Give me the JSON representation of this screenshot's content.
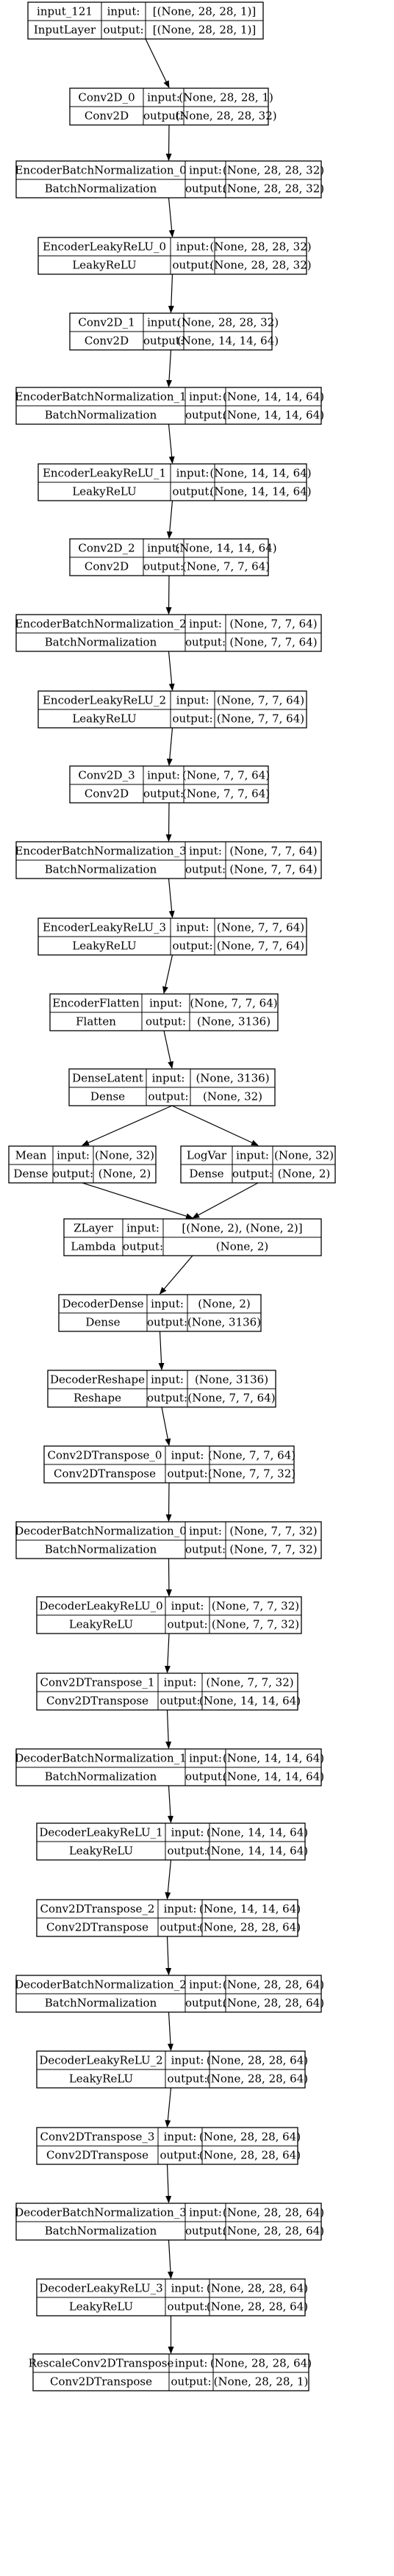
{
  "nodes": [
    {
      "name": "input_121",
      "type": "InputLayer",
      "input": "[(None, 28, 28, 1)]",
      "output": "[(None, 28, 28, 1)]"
    },
    {
      "name": "Conv2D_0",
      "type": "Conv2D",
      "input": "(None, 28, 28, 1)",
      "output": "(None, 28, 28, 32)"
    },
    {
      "name": "EncoderBatchNormalization_0",
      "type": "BatchNormalization",
      "input": "(None, 28, 28, 32)",
      "output": "(None, 28, 28, 32)"
    },
    {
      "name": "EncoderLeakyReLU_0",
      "type": "LeakyReLU",
      "input": "(None, 28, 28, 32)",
      "output": "(None, 28, 28, 32)"
    },
    {
      "name": "Conv2D_1",
      "type": "Conv2D",
      "input": "(None, 28, 28, 32)",
      "output": "(None, 14, 14, 64)"
    },
    {
      "name": "EncoderBatchNormalization_1",
      "type": "BatchNormalization",
      "input": "(None, 14, 14, 64)",
      "output": "(None, 14, 14, 64)"
    },
    {
      "name": "EncoderLeakyReLU_1",
      "type": "LeakyReLU",
      "input": "(None, 14, 14, 64)",
      "output": "(None, 14, 14, 64)"
    },
    {
      "name": "Conv2D_2",
      "type": "Conv2D",
      "input": "(None, 14, 14, 64)",
      "output": "(None, 7, 7, 64)"
    },
    {
      "name": "EncoderBatchNormalization_2",
      "type": "BatchNormalization",
      "input": "(None, 7, 7, 64)",
      "output": "(None, 7, 7, 64)"
    },
    {
      "name": "EncoderLeakyReLU_2",
      "type": "LeakyReLU",
      "input": "(None, 7, 7, 64)",
      "output": "(None, 7, 7, 64)"
    },
    {
      "name": "Conv2D_3",
      "type": "Conv2D",
      "input": "(None, 7, 7, 64)",
      "output": "(None, 7, 7, 64)"
    },
    {
      "name": "EncoderBatchNormalization_3",
      "type": "BatchNormalization",
      "input": "(None, 7, 7, 64)",
      "output": "(None, 7, 7, 64)"
    },
    {
      "name": "EncoderLeakyReLU_3",
      "type": "LeakyReLU",
      "input": "(None, 7, 7, 64)",
      "output": "(None, 7, 7, 64)"
    },
    {
      "name": "EncoderFlatten",
      "type": "Flatten",
      "input": "(None, 7, 7, 64)",
      "output": "(None, 3136)"
    },
    {
      "name": "DenseLatent",
      "type": "Dense",
      "input": "(None, 3136)",
      "output": "(None, 32)"
    },
    {
      "name": "Mean",
      "type": "Dense",
      "input": "(None, 32)",
      "output": "(None, 2)"
    },
    {
      "name": "LogVar",
      "type": "Dense",
      "input": "(None, 32)",
      "output": "(None, 2)"
    },
    {
      "name": "ZLayer",
      "type": "Lambda",
      "input": "[(None, 2), (None, 2)]",
      "output": "(None, 2)"
    },
    {
      "name": "DecoderDense",
      "type": "Dense",
      "input": "(None, 2)",
      "output": "(None, 3136)"
    },
    {
      "name": "DecoderReshape",
      "type": "Reshape",
      "input": "(None, 3136)",
      "output": "(None, 7, 7, 64)"
    },
    {
      "name": "Conv2DTranspose_0",
      "type": "Conv2DTranspose",
      "input": "(None, 7, 7, 64)",
      "output": "(None, 7, 7, 32)"
    },
    {
      "name": "DecoderBatchNormalization_0",
      "type": "BatchNormalization",
      "input": "(None, 7, 7, 32)",
      "output": "(None, 7, 7, 32)"
    },
    {
      "name": "DecoderLeakyReLU_0",
      "type": "LeakyReLU",
      "input": "(None, 7, 7, 32)",
      "output": "(None, 7, 7, 32)"
    },
    {
      "name": "Conv2DTranspose_1",
      "type": "Conv2DTranspose",
      "input": "(None, 7, 7, 32)",
      "output": "(None, 14, 14, 64)"
    },
    {
      "name": "DecoderBatchNormalization_1",
      "type": "BatchNormalization",
      "input": "(None, 14, 14, 64)",
      "output": "(None, 14, 14, 64)"
    },
    {
      "name": "DecoderLeakyReLU_1",
      "type": "LeakyReLU",
      "input": "(None, 14, 14, 64)",
      "output": "(None, 14, 14, 64)"
    },
    {
      "name": "Conv2DTranspose_2",
      "type": "Conv2DTranspose",
      "input": "(None, 14, 14, 64)",
      "output": "(None, 28, 28, 64)"
    },
    {
      "name": "DecoderBatchNormalization_2",
      "type": "BatchNormalization",
      "input": "(None, 28, 28, 64)",
      "output": "(None, 28, 28, 64)"
    },
    {
      "name": "DecoderLeakyReLU_2",
      "type": "LeakyReLU",
      "input": "(None, 28, 28, 64)",
      "output": "(None, 28, 28, 64)"
    },
    {
      "name": "Conv2DTranspose_3",
      "type": "Conv2DTranspose",
      "input": "(None, 28, 28, 64)",
      "output": "(None, 28, 28, 64)"
    },
    {
      "name": "DecoderBatchNormalization_3",
      "type": "BatchNormalization",
      "input": "(None, 28, 28, 64)",
      "output": "(None, 28, 28, 64)"
    },
    {
      "name": "DecoderLeakyReLU_3",
      "type": "LeakyReLU",
      "input": "(None, 28, 28, 64)",
      "output": "(None, 28, 28, 64)"
    },
    {
      "name": "RescaleConv2DTranspose",
      "type": "Conv2DTranspose",
      "input": "(None, 28, 28, 64)",
      "output": "(None, 28, 28, 1)"
    }
  ],
  "edges": [
    [
      "input_121",
      "Conv2D_0"
    ],
    [
      "Conv2D_0",
      "EncoderBatchNormalization_0"
    ],
    [
      "EncoderBatchNormalization_0",
      "EncoderLeakyReLU_0"
    ],
    [
      "EncoderLeakyReLU_0",
      "Conv2D_1"
    ],
    [
      "Conv2D_1",
      "EncoderBatchNormalization_1"
    ],
    [
      "EncoderBatchNormalization_1",
      "EncoderLeakyReLU_1"
    ],
    [
      "EncoderLeakyReLU_1",
      "Conv2D_2"
    ],
    [
      "Conv2D_2",
      "EncoderBatchNormalization_2"
    ],
    [
      "EncoderBatchNormalization_2",
      "EncoderLeakyReLU_2"
    ],
    [
      "EncoderLeakyReLU_2",
      "Conv2D_3"
    ],
    [
      "Conv2D_3",
      "EncoderBatchNormalization_3"
    ],
    [
      "EncoderBatchNormalization_3",
      "EncoderLeakyReLU_3"
    ],
    [
      "EncoderLeakyReLU_3",
      "EncoderFlatten"
    ],
    [
      "EncoderFlatten",
      "DenseLatent"
    ],
    [
      "DenseLatent",
      "Mean"
    ],
    [
      "DenseLatent",
      "LogVar"
    ],
    [
      "Mean",
      "ZLayer"
    ],
    [
      "LogVar",
      "ZLayer"
    ],
    [
      "ZLayer",
      "DecoderDense"
    ],
    [
      "DecoderDense",
      "DecoderReshape"
    ],
    [
      "DecoderReshape",
      "Conv2DTranspose_0"
    ],
    [
      "Conv2DTranspose_0",
      "DecoderBatchNormalization_0"
    ],
    [
      "DecoderBatchNormalization_0",
      "DecoderLeakyReLU_0"
    ],
    [
      "DecoderLeakyReLU_0",
      "Conv2DTranspose_1"
    ],
    [
      "Conv2DTranspose_1",
      "DecoderBatchNormalization_1"
    ],
    [
      "DecoderBatchNormalization_1",
      "DecoderLeakyReLU_1"
    ],
    [
      "DecoderLeakyReLU_1",
      "Conv2DTranspose_2"
    ],
    [
      "Conv2DTranspose_2",
      "DecoderBatchNormalization_2"
    ],
    [
      "DecoderBatchNormalization_2",
      "DecoderLeakyReLU_2"
    ],
    [
      "DecoderLeakyReLU_2",
      "Conv2DTranspose_3"
    ],
    [
      "Conv2DTranspose_3",
      "DecoderBatchNormalization_3"
    ],
    [
      "DecoderBatchNormalization_3",
      "DecoderLeakyReLU_3"
    ],
    [
      "DecoderLeakyReLU_3",
      "RescaleConv2DTranspose"
    ]
  ],
  "labels": {
    "input": "input:",
    "output": "output:"
  }
}
